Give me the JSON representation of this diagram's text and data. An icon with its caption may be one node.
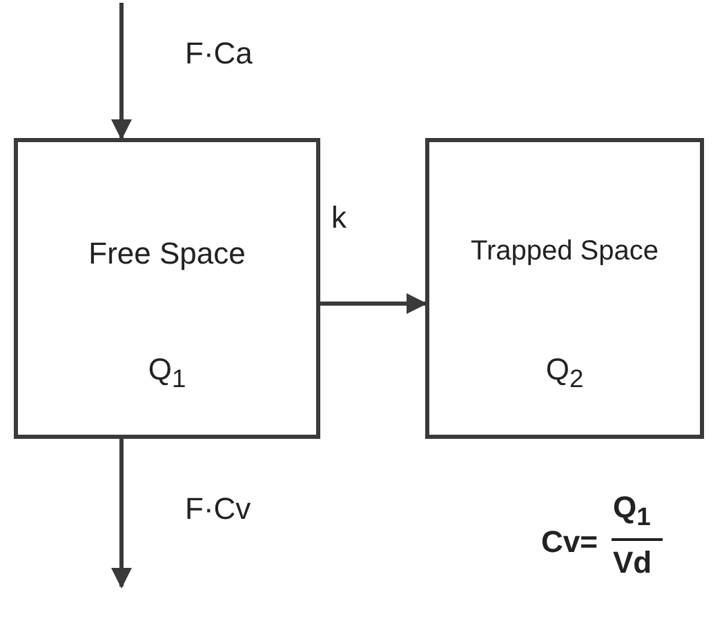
{
  "diagram": {
    "nodes": [
      {
        "text": [
          "Free Space",
          "Q$_{1}$"
        ]
      },
      {
        "text": [
          "Trapped Space",
          "Q$_{2}$"
        ]
      }
    ],
    "edges": [
      {
        "from": null,
        "to": 0,
        "arrow": "to",
        "label": "F·Ca"
      },
      {
        "from": 0,
        "to": 1,
        "arrow": "to",
        "label": "k"
      },
      {
        "from": 0,
        "to": null,
        "arrow": "to",
        "label": "F·Cv"
      }
    ],
    "labels": [
      "Cv=",
      "Q$_{1}$",
      "Vd"
    ]
  }
}
